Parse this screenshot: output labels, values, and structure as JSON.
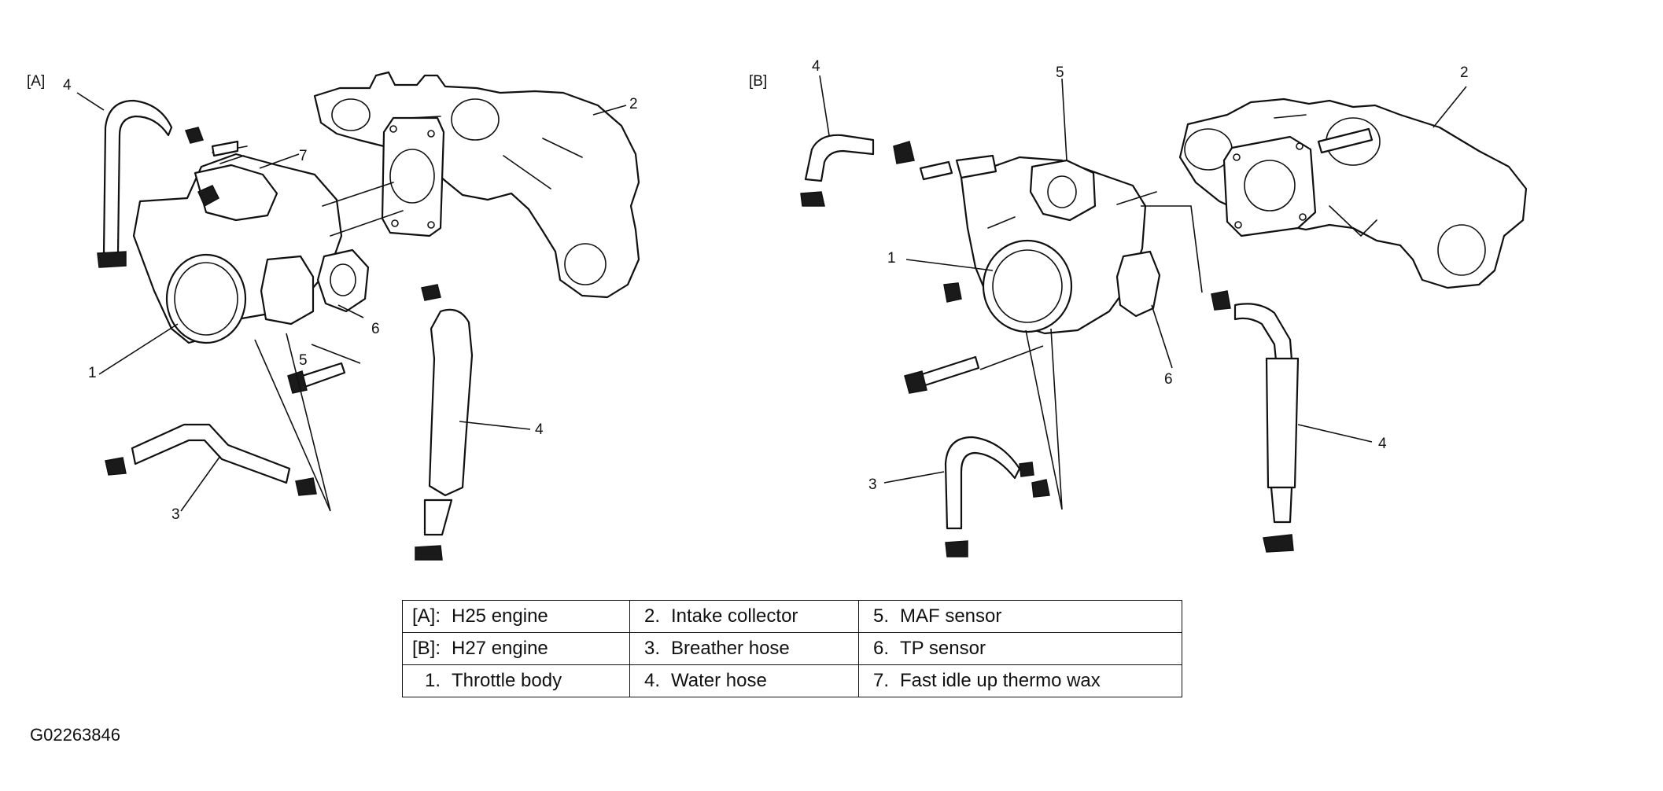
{
  "view_a": {
    "tag": "[A]",
    "callouts": {
      "c1": "1",
      "c2": "2",
      "c3": "3",
      "c4a": "4",
      "c4b": "4",
      "c5": "5",
      "c6": "6",
      "c7": "7"
    }
  },
  "view_b": {
    "tag": "[B]",
    "callouts": {
      "c1": "1",
      "c2": "2",
      "c3": "3",
      "c4a": "4",
      "c4b": "4",
      "c5": "5",
      "c6": "6"
    }
  },
  "legend": [
    [
      {
        "key": "[A]:",
        "text": "H25 engine"
      },
      {
        "key": "2.",
        "text": "Intake collector"
      },
      {
        "key": "5.",
        "text": "MAF sensor"
      }
    ],
    [
      {
        "key": "[B]:",
        "text": "H27 engine"
      },
      {
        "key": "3.",
        "text": "Breather hose"
      },
      {
        "key": "6.",
        "text": "TP sensor"
      }
    ],
    [
      {
        "key": "1.",
        "text": "Throttle body"
      },
      {
        "key": "4.",
        "text": "Water hose"
      },
      {
        "key": "7.",
        "text": "Fast idle up thermo wax"
      }
    ]
  ],
  "figure_code": "G02263846"
}
